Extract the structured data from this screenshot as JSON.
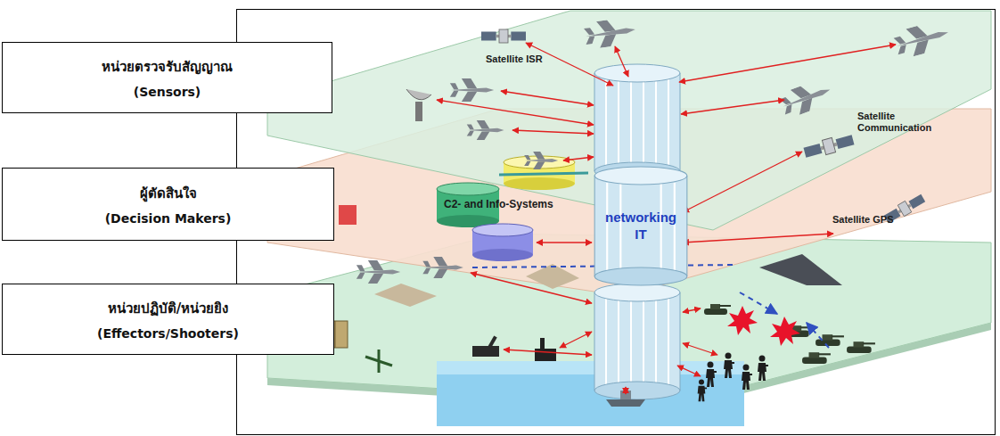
{
  "diagram": {
    "nodes": [
      {
        "text": [
          "หน่วยตรวจรับสัญญาณ",
          "(Sensors)"
        ]
      },
      {
        "text": [
          "ผู้ตัดสินใจ",
          "(Decision Makers)"
        ]
      },
      {
        "text": [
          "หน่วยปฏิบัติ/หน่วยยิง",
          "(Effectors/Shooters)"
        ]
      },
      {
        "text": [
          "networking IT"
        ]
      }
    ],
    "labels": [
      "Satellite ISR",
      "Satellite Communication",
      "C2- and Info-Systems",
      "Satellite GPS"
    ]
  }
}
